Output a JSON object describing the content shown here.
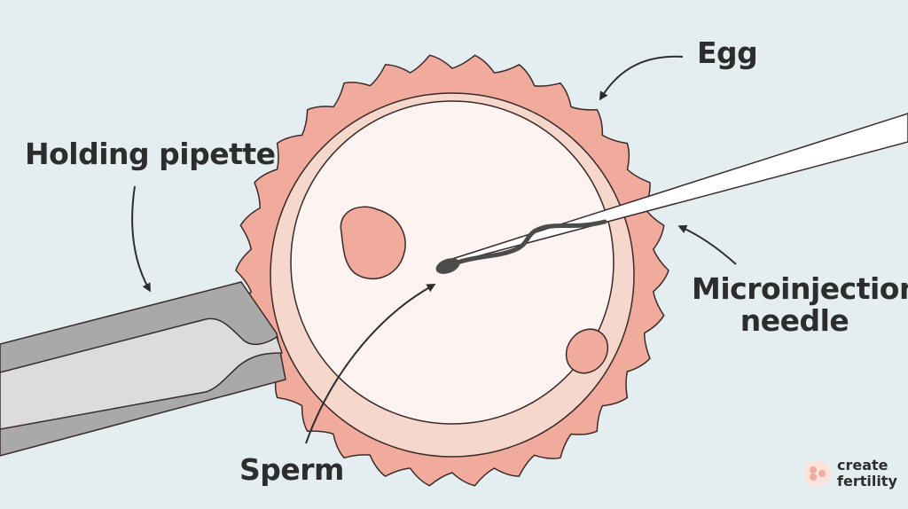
{
  "labels": {
    "egg": "Egg",
    "holding_pipette": "Holding pipette",
    "microinjection_needle": {
      "line1": "Microinjection",
      "line2": "needle"
    },
    "sperm": "Sperm"
  },
  "brand": {
    "line1": "create",
    "line2": "fertility",
    "icon": "create-fertility-logo-icon"
  },
  "colors": {
    "background": "#e4eef0",
    "egg_outer": "#f0ab9c",
    "zona": "#f5d7cc",
    "cytoplasm": "#fdf4f2",
    "nucleus": "#f0ab9c",
    "polar_body": "#f0ab9c",
    "pipette": "#a9a9a9",
    "pipette_light": "#dcdcdc",
    "needle": "#ffffff",
    "sperm": "#4b4b4b",
    "outline": "#3a2a2a",
    "text": "#2d2d2d",
    "logo": "#f0ab9c"
  }
}
